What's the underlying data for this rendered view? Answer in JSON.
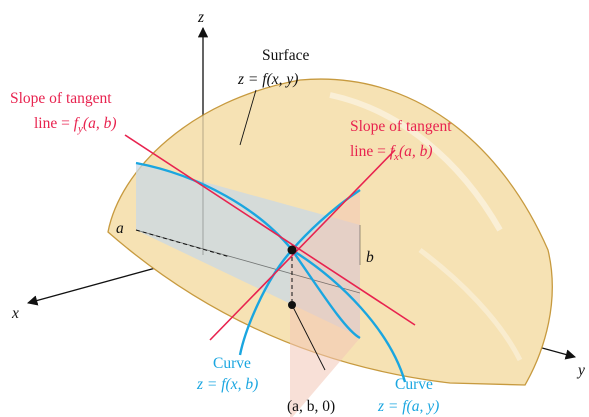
{
  "colors": {
    "surface_fill": "#f6e2b4",
    "surface_edge": "#c79a3f",
    "plane_fill": "#c9d8e6",
    "blue_curve": "#1aa6e0",
    "red_line": "#e8234f",
    "text": "#111111",
    "red_text": "#e8234f",
    "blue_text": "#1aa6e0"
  },
  "axes": {
    "z_label": "z",
    "x_label": "x",
    "y_label": "y"
  },
  "labels": {
    "surface_title": "Surface",
    "surface_eq_lhs": "z = ",
    "surface_eq_f": "f",
    "surface_eq_rest": "(x, y)",
    "slope_fy_line1": "Slope of tangent",
    "slope_fy_line2_a": "line = ",
    "slope_fy_line2_f": "f",
    "slope_fy_line2_sub": "y",
    "slope_fy_line2_b": "(a, b)",
    "slope_fx_line1": "Slope of tangent",
    "slope_fx_line2_a": "line = ",
    "slope_fx_line2_f": "f",
    "slope_fx_line2_sub": "x",
    "slope_fx_line2_b": "(a, b)",
    "a_label": "a",
    "b_label": "b",
    "curve1_title": "Curve",
    "curve1_eq": "z = f(x, b)",
    "curve2_title": "Curve",
    "curve2_eq": "z = f(a, y)",
    "point_label": "(a, b, 0)"
  }
}
